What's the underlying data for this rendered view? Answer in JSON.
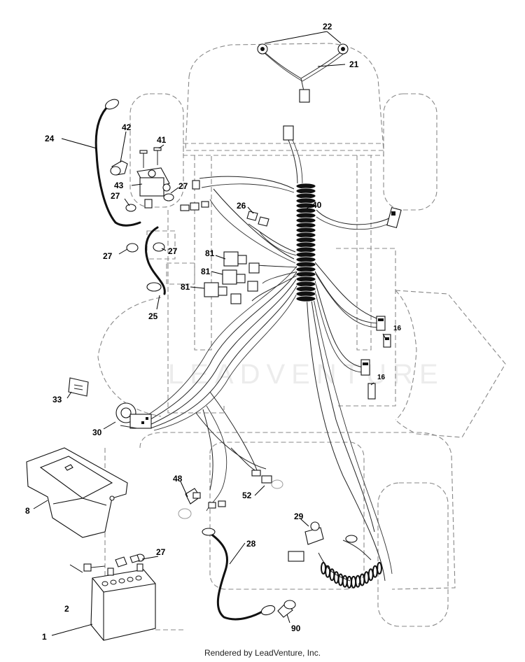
{
  "watermark": "LEADVENTURE",
  "footer": "Rendered by LeadVenture, Inc.",
  "callouts": {
    "c1": "1",
    "c2": "2",
    "c8": "8",
    "c16a": "16",
    "c16b": "16",
    "c21": "21",
    "c22": "22",
    "c24": "24",
    "c25": "25",
    "c26": "26",
    "c27a": "27",
    "c27b": "27",
    "c27c": "27",
    "c27d": "27",
    "c27e": "27",
    "c28": "28",
    "c29": "29",
    "c30": "30",
    "c33": "33",
    "c40": "40",
    "c41": "41",
    "c42": "42",
    "c43": "43",
    "c48": "48",
    "c52": "52",
    "c81a": "81",
    "c81b": "81",
    "c81c": "81",
    "c90": "90"
  }
}
